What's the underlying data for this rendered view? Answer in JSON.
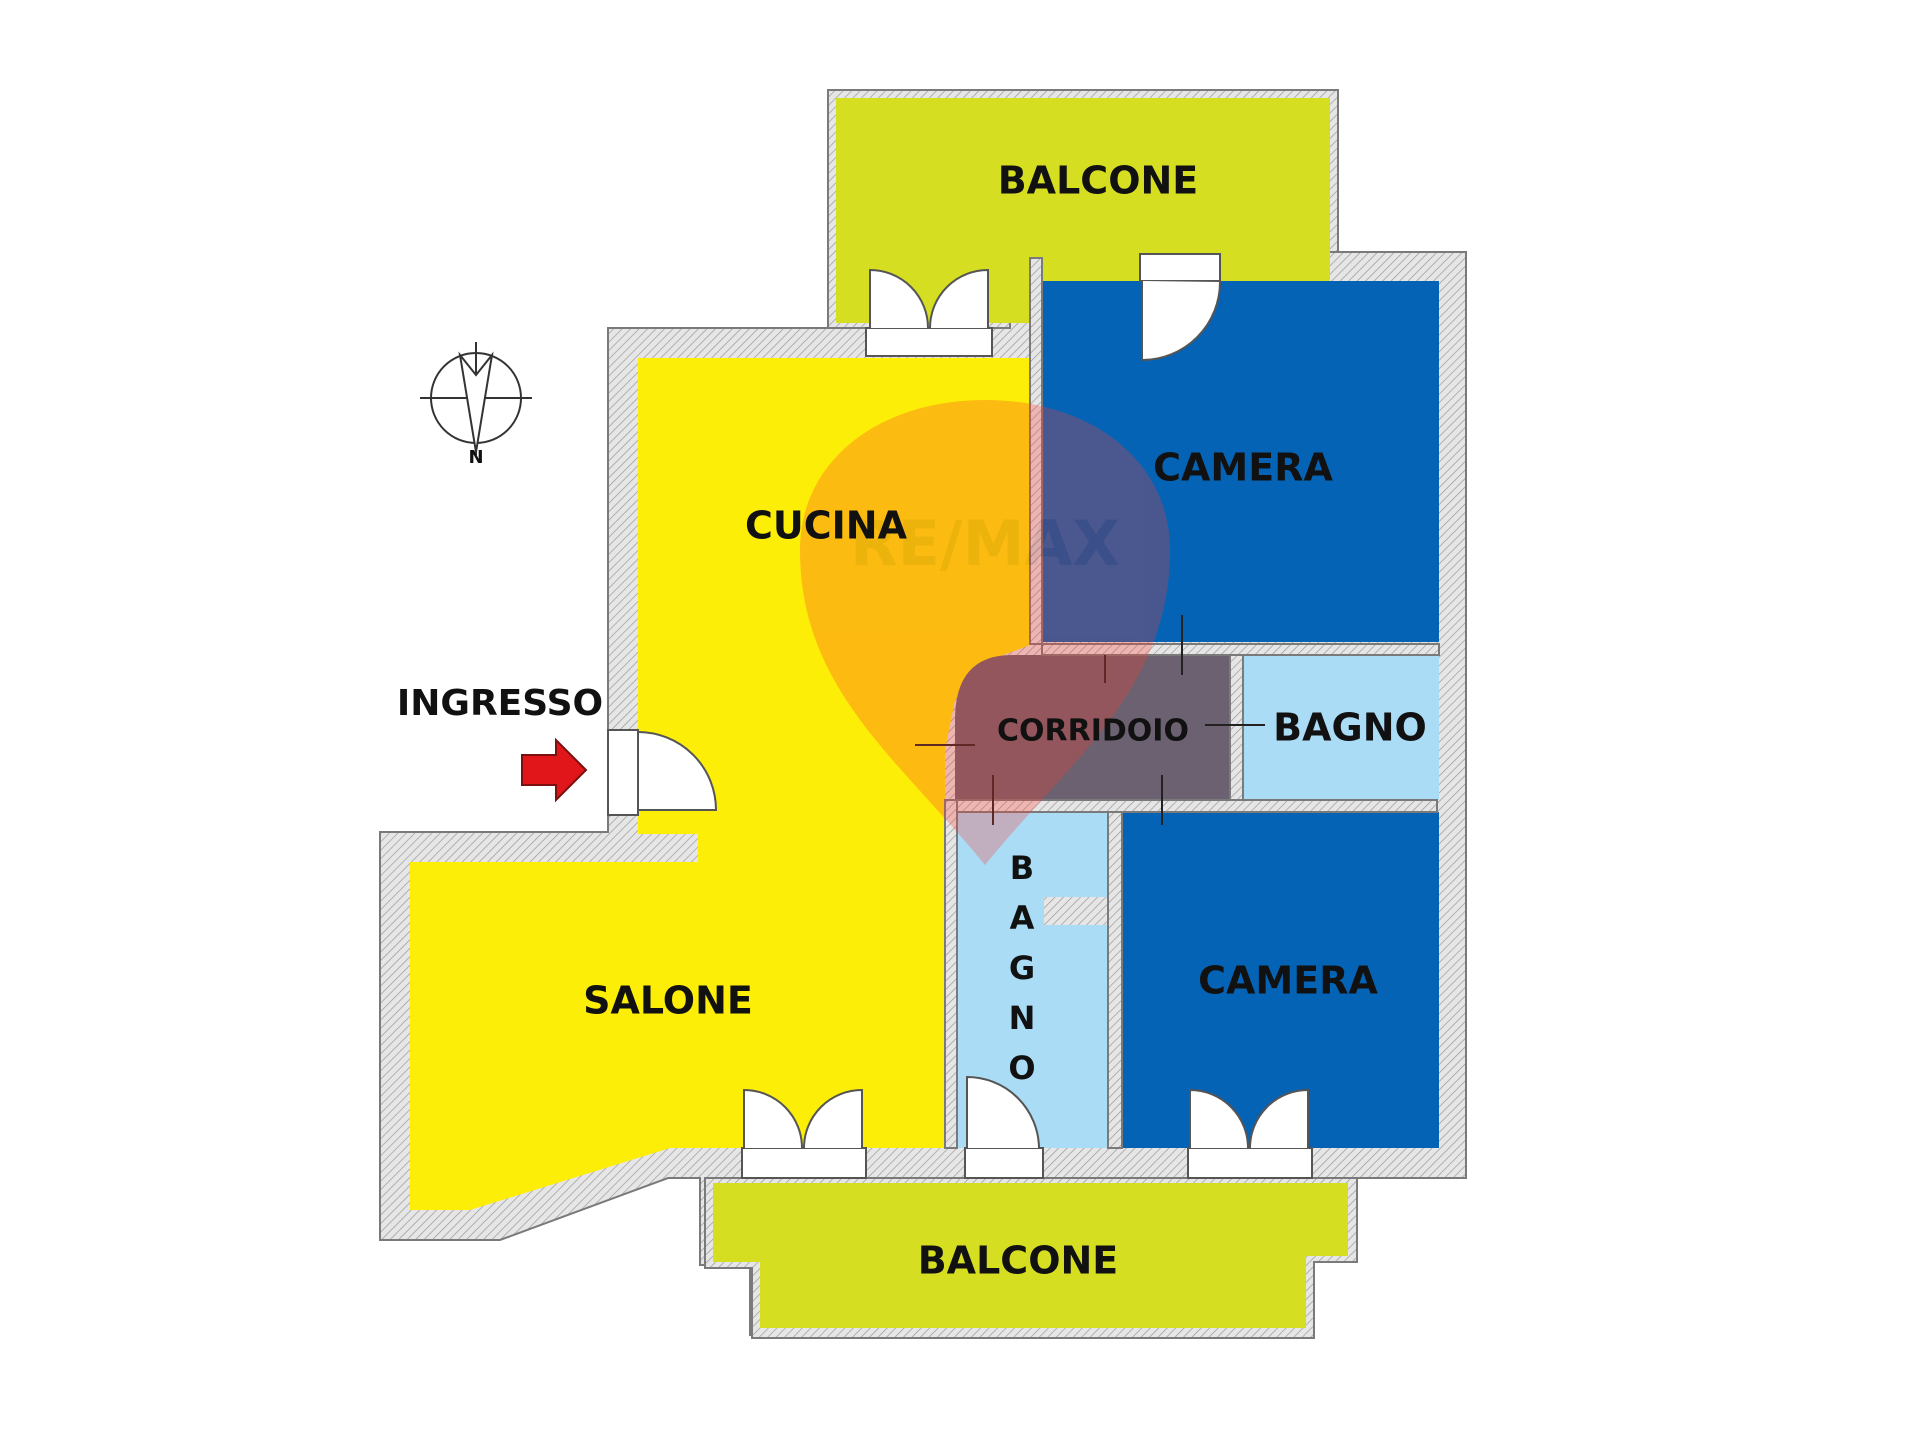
{
  "colors": {
    "wall": "#d2d2d2",
    "wall_edge": "#7a7a7a",
    "living_area": "#fcee06",
    "balcony": "#d6de22",
    "bedroom": "#0563b5",
    "bathroom": "#aadcf6",
    "corridor": "#6b6170",
    "arrow": "#e0161b",
    "watermark": "#ff3b30"
  },
  "labels": {
    "balcony_top": "BALCONE",
    "balcony_bottom": "BALCONE",
    "kitchen": "CUCINA",
    "living_room": "SALONE",
    "bedroom_top": "CAMERA",
    "bedroom_bottom": "CAMERA",
    "corridor": "CORRIDOIO",
    "bathroom_right": "BAGNO",
    "bathroom_vertical": [
      "B",
      "A",
      "G",
      "N",
      "O"
    ],
    "entrance": "INGRESSO",
    "compass_north": "N",
    "watermark": "RE/MAX"
  },
  "icons": {
    "entrance_arrow": "arrow-right-icon",
    "compass": "compass-icon"
  }
}
